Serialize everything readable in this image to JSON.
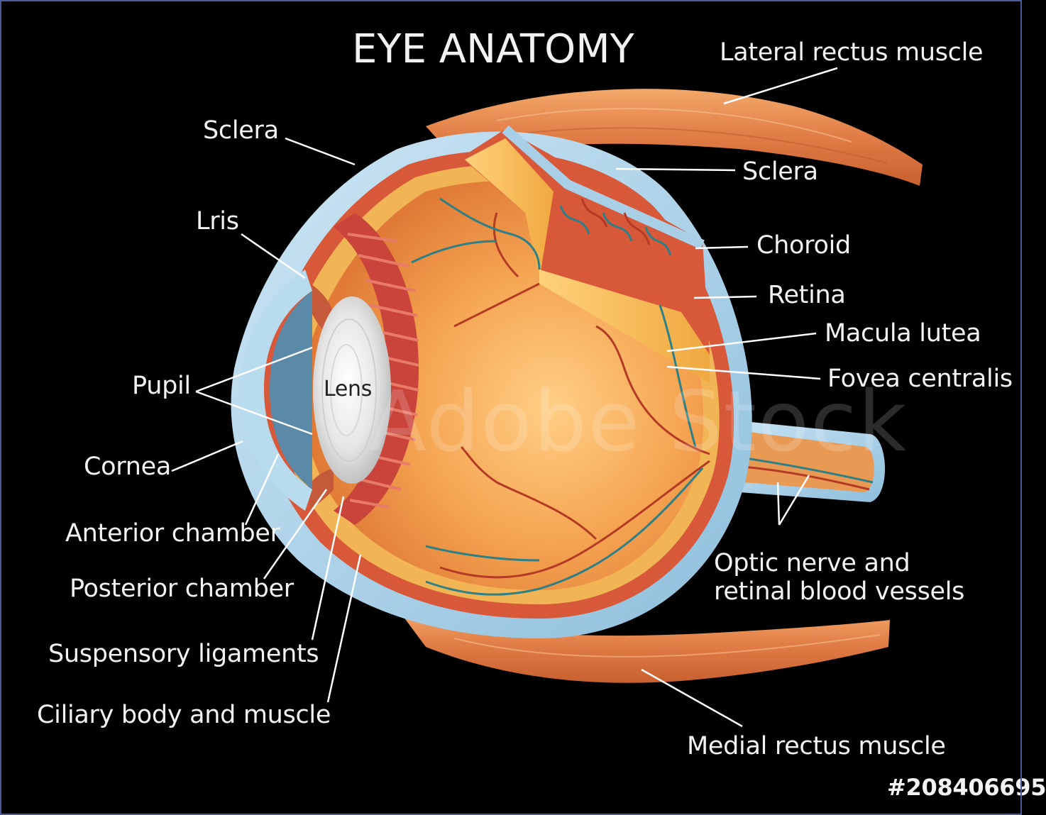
{
  "diagram": {
    "title": "EYE ANATOMY",
    "watermark": "Adobe Stock",
    "stock_id": "#208406695",
    "labels": {
      "sclera_left": "Sclera",
      "lris": "Lris",
      "pupil": "Pupil",
      "lens": "Lens",
      "cornea": "Cornea",
      "anterior_chamber": "Anterior chamber",
      "posterior_chamber": "Posterior chamber",
      "suspensory_ligaments": "Suspensory ligaments",
      "ciliary_body": "Ciliary body and muscle",
      "lateral_rectus": "Lateral rectus muscle",
      "sclera_right": "Sclera",
      "choroid": "Choroid",
      "retina": "Retina",
      "macula_lutea": "Macula lutea",
      "fovea_centralis": "Fovea centralis",
      "optic_nerve_line1": "Optic nerve and",
      "optic_nerve_line2": "retinal blood vessels",
      "medial_rectus": "Medial rectus muscle"
    }
  },
  "colors": {
    "background": "#000000",
    "sclera": "#a9cfe6",
    "choroid": "#d9553a",
    "retina": "#f0a84a",
    "vitreous": "#f3a24e",
    "muscle": "#e48a4e",
    "lens": "#dcdcdc",
    "label_text": "#f2f2f2"
  }
}
